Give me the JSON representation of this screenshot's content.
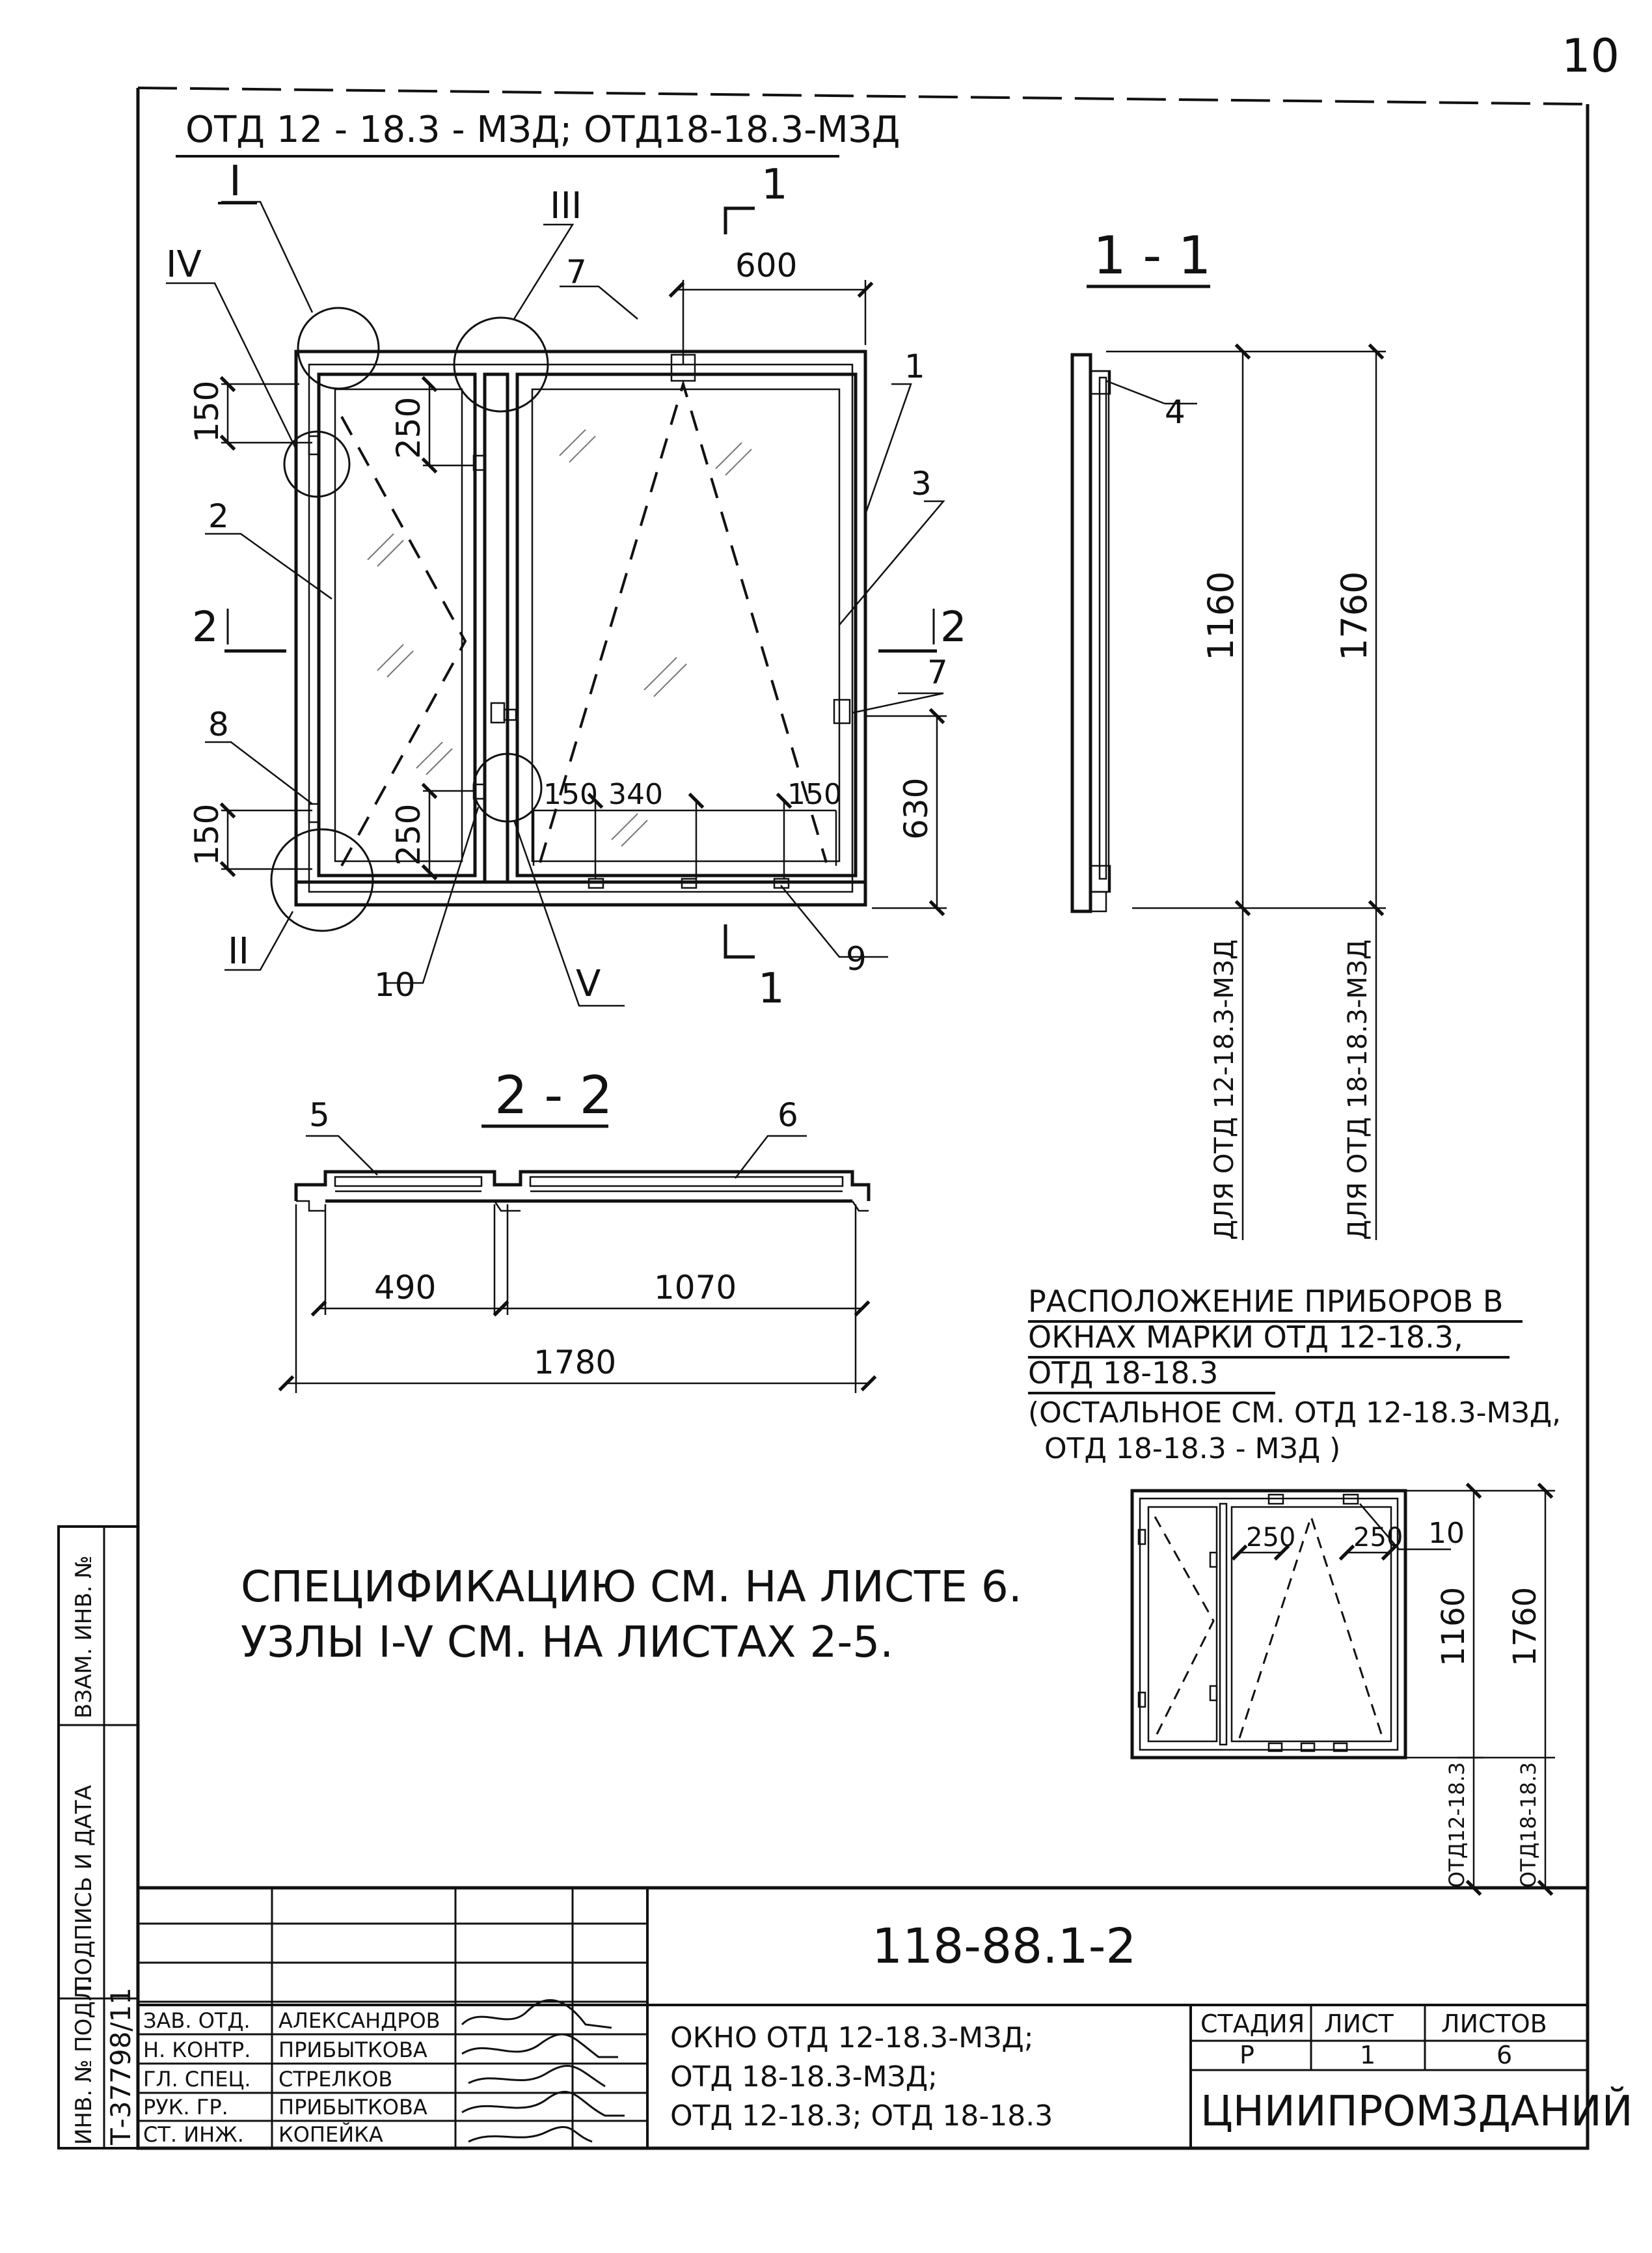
{
  "page_number": "10",
  "header_title": "ОТД 12 - 18.3 - МЗД; ОТД18-18.3-МЗД",
  "node_callouts": [
    "I",
    "II",
    "III",
    "IV",
    "V"
  ],
  "item_numbers": [
    "1",
    "2",
    "3",
    "4",
    "5",
    "6",
    "7",
    "7",
    "8",
    "9",
    "10"
  ],
  "section_marks": {
    "s1_top": "1",
    "s1_bottom": "1",
    "s2_left": "2",
    "s2_right": "2"
  },
  "elevation_dims": {
    "top": "600",
    "left_top": "150",
    "hinge_upper": "250",
    "left_bottom": "150",
    "hinge_lower": "250",
    "bottom_a": "150",
    "bottom_b": "340",
    "bottom_c": "150",
    "right": "630"
  },
  "section_1_1": {
    "title": "1 - 1",
    "dim_a": "1160",
    "dim_b": "1760",
    "note_a": "ДЛЯ ОТД 12-18.3-МЗД",
    "note_b": "ДЛЯ ОТД 18-18.3-МЗД",
    "item": "4"
  },
  "section_2_2": {
    "title": "2 - 2",
    "dim_a": "490",
    "dim_b": "1070",
    "dim_total": "1780",
    "item_a": "5",
    "item_b": "6"
  },
  "device_layout": {
    "lines": [
      "РАСПОЛОЖЕНИЕ ПРИБОРОВ В",
      "ОКНАХ МАРКИ ОТД 12-18.3,",
      "ОТД 18-18.3",
      "(ОСТАЛЬНОЕ СМ. ОТД 12-18.3-МЗД,",
      "ОТД 18-18.3 - МЗД )"
    ],
    "dim_left": "250",
    "dim_right": "250",
    "dim_h1": "1160",
    "dim_h2": "1760",
    "note_a": "ОТД12-18.3",
    "note_b": "ОТД18-18.3",
    "item": "10"
  },
  "notes": [
    "СПЕЦИФИКАЦИЮ СМ. НА ЛИСТЕ 6.",
    "УЗЛЫ I-V СМ. НА ЛИСТАХ 2-5."
  ],
  "side_stamp": {
    "inv_podl": "ИНВ. № ПОДЛ.",
    "podpis_data": "ПОДПИСЬ И ДАТА",
    "vzam_inv": "ВЗАМ. ИНВ. №",
    "inv_value": "Т-37798/11"
  },
  "title_block": {
    "doc_code": "118-88.1-2",
    "roles": [
      {
        "role": "ЗАВ. ОТД.",
        "name": "АЛЕКСАНДРОВ"
      },
      {
        "role": "Н. КОНТР.",
        "name": "ПРИБЫТКОВА"
      },
      {
        "role": "ГЛ. СПЕЦ.",
        "name": "СТРЕЛКОВ"
      },
      {
        "role": "РУК. ГР.",
        "name": "ПРИБЫТКОВА"
      },
      {
        "role": "СТ. ИНЖ.",
        "name": "КОПЕЙКА"
      }
    ],
    "title_lines": [
      "ОКНО ОТД 12-18.3-МЗД;",
      "ОТД 18-18.3-МЗД;",
      "ОТД 12-18.3; ОТД 18-18.3"
    ],
    "stage_header": "СТАДИЯ",
    "sheet_header": "ЛИСТ",
    "sheets_header": "ЛИСТОВ",
    "stage_value": "Р",
    "sheet_value": "1",
    "sheets_value": "6",
    "organization": "ЦНИИПРОМЗДАНИЙ"
  }
}
